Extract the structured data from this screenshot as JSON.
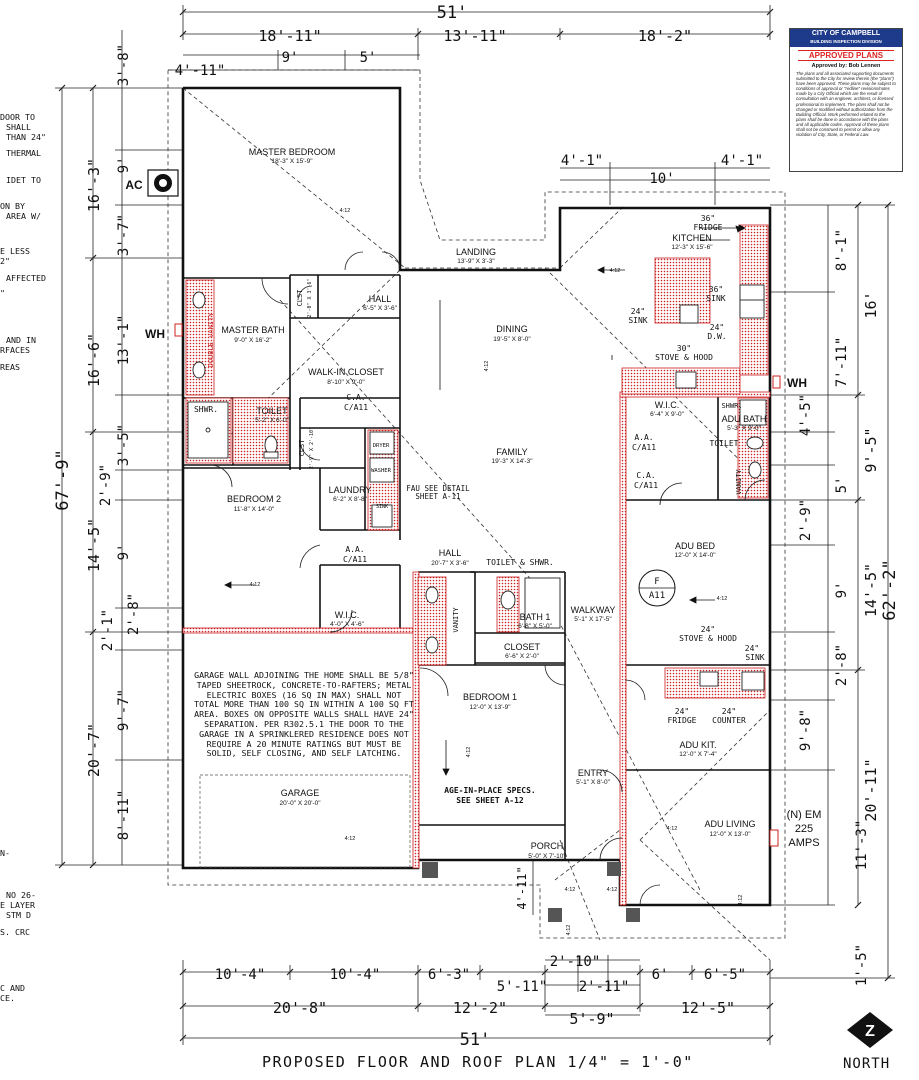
{
  "title": "PROPOSED FLOOR AND ROOF PLAN 1/4\" = 1'-0\"",
  "north_label": "NORTH",
  "north_symbol": "Z",
  "stamp": {
    "city": "CITY OF CAMPBELL",
    "dept": "BUILDING INSPECTION DIVISION",
    "status": "APPROVED PLANS",
    "approved_by": "Approved by: Bob Lennen",
    "body": "The plans and all associated supporting documents submitted to the City for review therein (the \"plans\") have been approved. These plans may be subject to conditions of approval or \"redline\" revisions/notes made by a City Official which are the result of consultation with an engineer, architect, or licensed professional to implement. The plans shall not be changed or modified without authorization from the Building Official. Work performed related to the plans shall be done in accordance with the plans and all applicable codes. Approval of these plans shall not be construed to permit or allow any violation of City, State, or Federal Law."
  },
  "dimensions": {
    "overall_top": "51'",
    "overall_bottom": "51'",
    "top_row": [
      "18'-11\"",
      "13'-11\"",
      "18'-2\""
    ],
    "top_sub": [
      "9'",
      "5'"
    ],
    "top_left": "4'-11\"",
    "kitchen_top": [
      "4'-1\"",
      "4'-1\""
    ],
    "kitchen_mid": "10'",
    "bottom_row1": [
      "10'-4\"",
      "10'-4\"",
      "6'-3\"",
      "5'-11\"",
      "2'-11\"",
      "6'",
      "6'-5\""
    ],
    "bottom_row_mid": "2'-10\"",
    "bottom_row2": [
      "20'-8\"",
      "12'-2\"",
      "5'-9\"",
      "12'-5\""
    ],
    "left_outer": "67'-9\"",
    "left_mid": [
      "16'-3\"",
      "16'-6\"",
      "14'-5\"",
      "20'-7\""
    ],
    "left_inner": [
      "3'-8\"",
      "9'",
      "3'-7\"",
      "13'-1\"",
      "3'-5\"",
      "2'-9\"",
      "9'",
      "2'-8\"",
      "2'-1\"",
      "9'-7\"",
      "8'-11\""
    ],
    "right_outer": "62'-2\"",
    "right_mid": [
      "16'",
      "9'-5\"",
      "14'-5\"",
      "20'-11\""
    ],
    "right_inner": [
      "8'-1\"",
      "7'-11\"",
      "4'-5\"",
      "5'",
      "2'-9\"",
      "9'",
      "2'-8\"",
      "9'-8\"",
      "11'-3\"",
      "1'-5\""
    ],
    "porch_side": "4'-11\""
  },
  "rooms": [
    {
      "name": "MASTER BEDROOM",
      "size": "18'-3\" X 15'-9\""
    },
    {
      "name": "LANDING",
      "size": "13'-9\" X 3'-3\""
    },
    {
      "name": "KITCHEN",
      "size": "12'-3\" X 15'-6\""
    },
    {
      "name": "HALL",
      "size": "6'-5\" X 3'-6\""
    },
    {
      "name": "MASTER BATH",
      "size": "9'-0\" X 16'-2\""
    },
    {
      "name": "DINING",
      "size": "19'-5\" X 8'-0\""
    },
    {
      "name": "WALK-IN CLOSET",
      "size": "8'-10\" X 9'-0\""
    },
    {
      "name": "TOILET",
      "size": "5'-2\" X 6'-0\""
    },
    {
      "name": "FAMILY",
      "size": "19'-3\" X 14'-3\""
    },
    {
      "name": "LAUNDRY",
      "size": "6'-2\" X 8'-8\""
    },
    {
      "name": "BEDROOM 2",
      "size": "11'-8\" X 14'-0\""
    },
    {
      "name": "W.I.C.",
      "size": "6'-4\" X 9'-0\""
    },
    {
      "name": "ADU BATH",
      "size": "5'-3\" X 9'-0\""
    },
    {
      "name": "ADU BED",
      "size": "12'-0\" X 14'-0\""
    },
    {
      "name": "HALL",
      "size": "20'-7\" X 3'-6\""
    },
    {
      "name": "BATH 1",
      "size": "6'-8\" X 5'-0\""
    },
    {
      "name": "W.I.C.",
      "size": "4'-0\" X 4'-6\""
    },
    {
      "name": "WALKWAY",
      "size": "5'-1\" X 17'-5\""
    },
    {
      "name": "CLOSET",
      "size": "6'-6\" X 2'-0\""
    },
    {
      "name": "BEDROOM 1",
      "size": "12'-0\" X 13'-9\""
    },
    {
      "name": "ADU KIT.",
      "size": "12'-0\" X 7'-4\""
    },
    {
      "name": "ENTRY",
      "size": "5'-1\" X 8'-0\""
    },
    {
      "name": "GARAGE",
      "size": "20'-0\" X 20'-0\""
    },
    {
      "name": "PORCH",
      "size": "5'-0\" X 7'-10\""
    },
    {
      "name": "ADU LIVING",
      "size": "12'-0\" X 13'-0\""
    }
  ],
  "labels": {
    "ac": "AC",
    "wh_left": "WH",
    "wh_right": "WH",
    "fridge": "36\"",
    "fridge_lbl": "FRIDGE",
    "sink36": "36\"",
    "sink_lbl": "SINK",
    "sink24": "24\"",
    "sink24_lbl": "SINK",
    "dw24": "24\"",
    "dw_lbl": "D.W.",
    "stove30": "30\"",
    "stove_hood": "STOVE & HOOD",
    "double_vanity": "DOUBLE VANITY",
    "shwr": "SHWR.",
    "shwr_adu": "SHWR.",
    "toilet_master": "TOILET",
    "toilet_adu": "TOILET",
    "toilet_shwr": "TOILET & SHWR.",
    "vanity_adu": "VANITY",
    "vanity_bath1": "VANITY",
    "clst1": "CLST",
    "clst1_size": "2'-0\" X 3'-6\"",
    "clst2": "CLST",
    "clst2_size": "2'-9\" X 2'-10\"",
    "dryer": "DRYER",
    "washer": "WASHER",
    "sink_laundry": "SINK",
    "fau": "FAU SEE DETAIL",
    "fau2": "SHEET A-11",
    "ca": "C.A.",
    "ca_sheet": "C/A11",
    "aa": "A.A.",
    "aa_sheet": "C/A11",
    "aa2": "A.A.",
    "aa2_sheet": "C/A11",
    "ca2": "C.A.",
    "ca2_sheet": "C/A11",
    "section_f": "F",
    "section_sheet": "A11",
    "adu_stove24": "24\"",
    "adu_stove_hood": "STOVE & HOOD",
    "adu_sink24": "24\"",
    "adu_sink_lbl": "SINK",
    "adu_fridge24": "24\"",
    "adu_fridge_lbl": "FRIDGE",
    "adu_counter24": "24\"",
    "adu_counter_lbl": "COUNTER",
    "em_line1": "(N) EM",
    "em_line2": "225",
    "em_line3": "AMPS",
    "age_in_place1": "AGE-IN-PLACE SPECS.",
    "age_in_place2": "SEE SHEET A-12",
    "slope": "4:12",
    "garage_note": "GARAGE WALL ADJOINING THE HOME SHALL BE 5/8\" TAPED SHEETROCK, CONCRETE-TO-RAFTERS; METAL ELECTRIC BOXES (16 SQ IN MAX) SHALL NOT TOTAL MORE THAN 100 SQ IN WITHIN A 100 SQ FT AREA. BOXES ON OPPOSITE WALLS SHALL HAVE 24\" SEPARATION. PER R302.5.1 THE DOOR TO THE GARAGE IN A SPRINKLERED RESIDENCE DOES NOT REQUIRE A 20 MINUTE RATINGS BUT MUST BE SOLID, SELF CLOSING, AND SELF LATCHING."
  },
  "left_notes": [
    "DOOR TO",
    "SHALL",
    "THAN 24\"",
    "",
    "THERMAL",
    "",
    "",
    "IDET TO",
    "",
    "",
    "ON BY",
    "AREA W/",
    "",
    "",
    "E LESS",
    "2\"",
    "",
    "AFFECTED",
    "\"",
    "",
    "",
    "",
    "",
    "AND IN",
    "RFACES",
    "",
    "REAS",
    "N-",
    "NO 26-",
    "E LAYER",
    "STM D",
    "",
    "S. CRC",
    "",
    "",
    "",
    "C AND",
    "CE."
  ]
}
